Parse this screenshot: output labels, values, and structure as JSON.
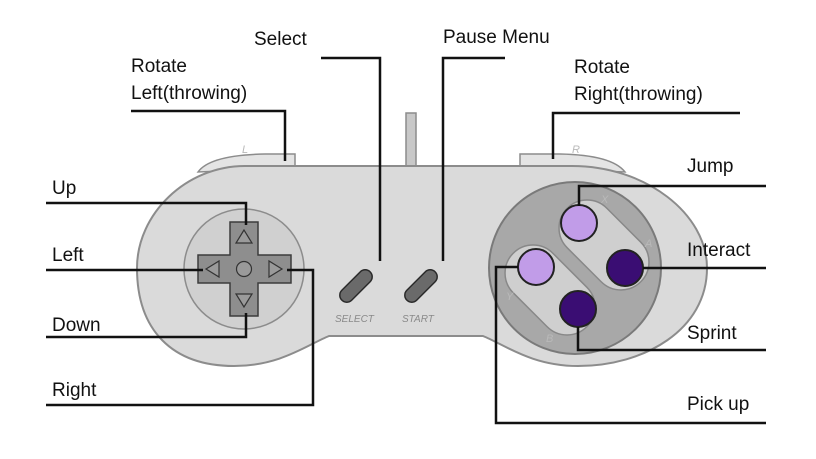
{
  "labels": {
    "select": "Select",
    "pause_menu": "Pause Menu",
    "rotate_left": "Rotate\nLeft(throwing)",
    "rotate_right": "Rotate\nRight(throwing)",
    "up": "Up",
    "left": "Left",
    "down": "Down",
    "right": "Right",
    "jump": "Jump",
    "interact": "Interact",
    "sprint": "Sprint",
    "pick_up": "Pick up"
  },
  "controller": {
    "shoulder_left": "L",
    "shoulder_right": "R",
    "select_text": "SELECT",
    "start_text": "START",
    "button_x": "X",
    "button_a": "A",
    "button_b": "B",
    "button_y": "Y"
  },
  "colors": {
    "body": "#dadada",
    "outline": "#8c8c8c",
    "dpad": "#8e8e8e",
    "face_light": "#c19ce8",
    "face_dark": "#3a0d73",
    "leader_line": "#111111"
  }
}
